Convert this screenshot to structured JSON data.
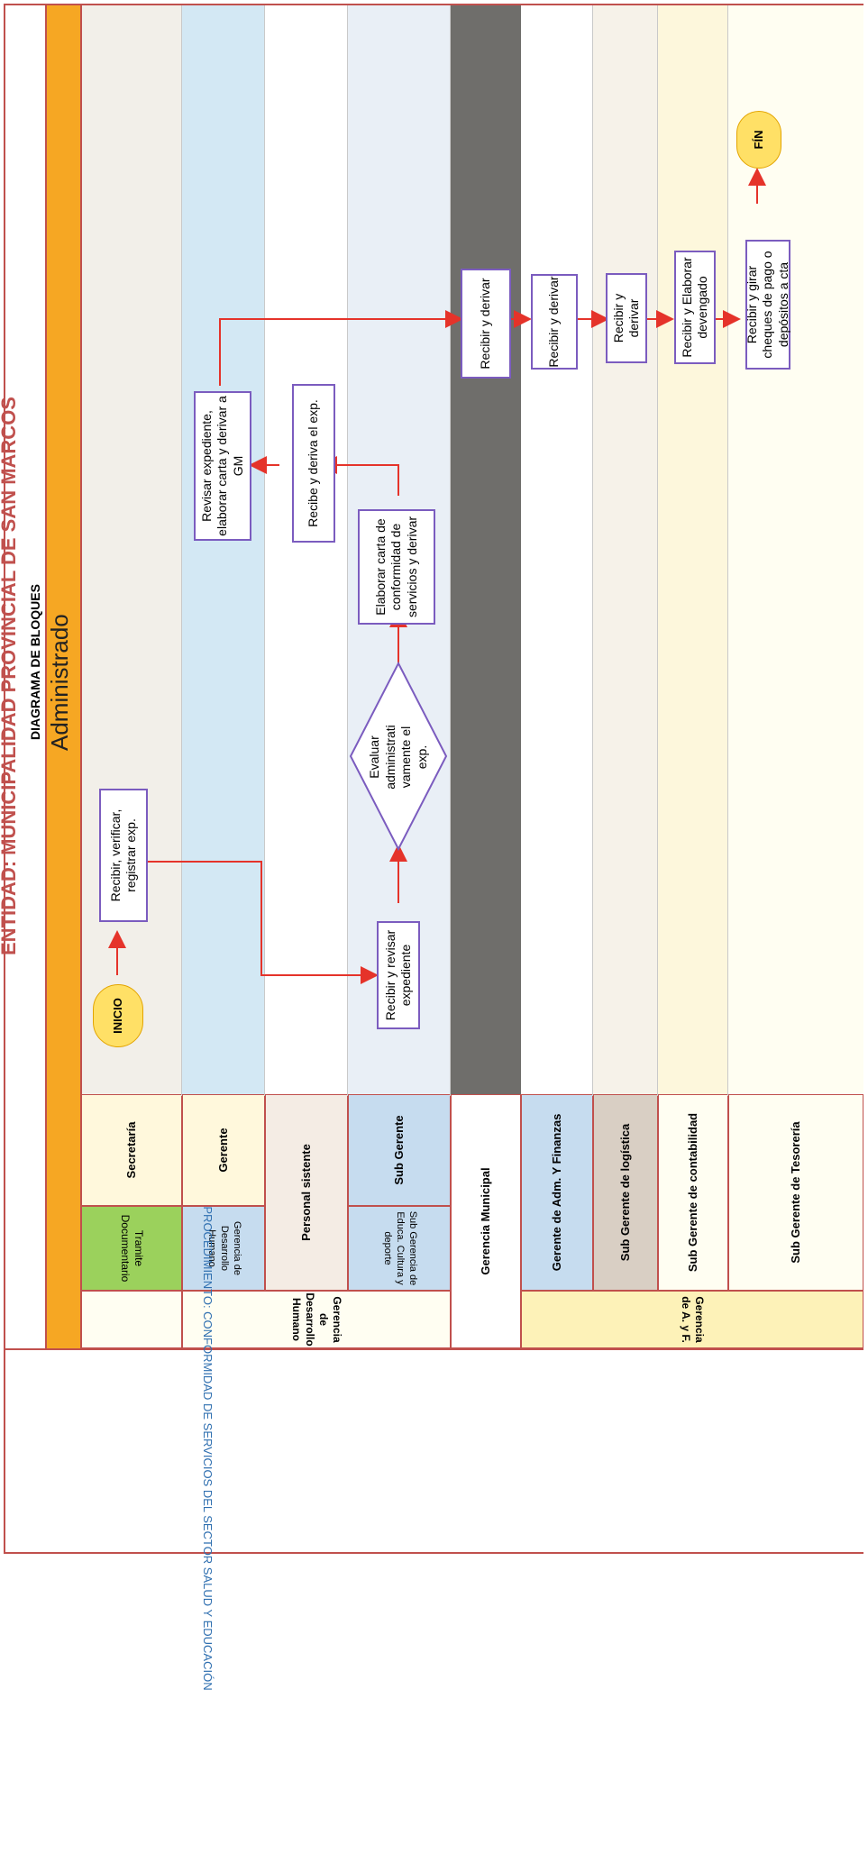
{
  "title": {
    "entity_prefix": "ENTIDAD:",
    "entity_name": "MUNICIPALIDAD PROVINCIAL DE SAN MARCOS",
    "diagram_type": "DIAGRAMA DE BLOQUES",
    "header": "Administrado"
  },
  "procedure": "PROCEDIMIENTO: CONFORMIDAD DE SERVICIOS DEL SECTOR SALUD Y EDUCACIÓN",
  "lanes": {
    "tramite": "Tramite Documentario",
    "secretaria": "Secretaría",
    "gdh_group": "Gerencia de Desarrollo Humano",
    "gdh_sub": "Gerencia de Desarrollo Humano",
    "gerente": "Gerente",
    "personal": "Personal sistente",
    "sg_educa": "Sub Gerencia de Educa. Cultura y deporte",
    "sub_gerente": "Sub Gerente",
    "gm": "Gerencia Municipal",
    "gaf_group": "Gerencia de A. y F.",
    "gerente_adm": "Gerente de Adm. Y Finanzas",
    "sg_logistica": "Sub Gerente de logística",
    "sg_contabilidad": "Sub Gerente de contabilidad",
    "sg_tesoreria": "Sub Gerente de Tesorería"
  },
  "nodes": {
    "inicio": "INICIO",
    "recibir_registrar": "Recibir, verificar, registrar exp.",
    "recibir_revisar": "Recibir y revisar expediente",
    "evaluar": "Evaluar administrati vamente el exp.",
    "elaborar_carta": "Elaborar carta de conformidad de servicios y derivar",
    "recibe_deriva": "Recibe y deriva el exp.",
    "revisar_expediente": "Revisar expediente, elaborar carta y derivar a GM",
    "gm_recibir": "Recibir y derivar",
    "gaf_recibir": "Recibir y derivar",
    "log_recibir": "Recibir y derivar",
    "devengado": "Recibir y Elaborar devengado",
    "girar": "Recibir y girar cheques de pago o depósitos a cta",
    "fin": "FÍN"
  },
  "colors": {
    "lane_secretaria": "#f2efe9",
    "lane_gerente": "#d3e8f4",
    "lane_personal": "#ffffff",
    "lane_subgerente": "#e9eff6",
    "lane_gm": "#6f6e6b",
    "lane_adm": "#ffffff",
    "lane_log": "#f6f2e9",
    "lane_cont": "#fdf7dc",
    "lane_tes": "#fffef2",
    "orange": "#f6a723",
    "arrow": "#e5332a",
    "step_border": "#7b5cbf"
  }
}
